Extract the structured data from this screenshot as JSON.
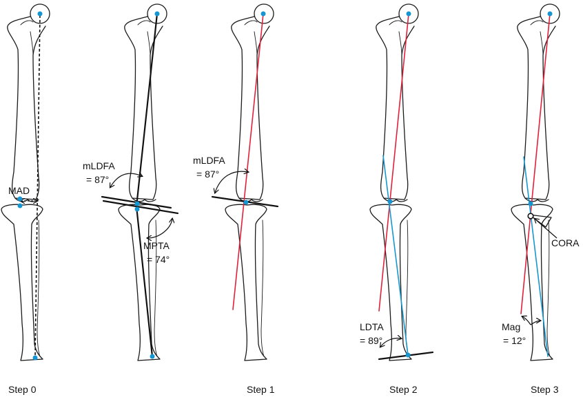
{
  "labels": {
    "mad": "MAD",
    "mldfa_1": "mLDFA",
    "mldfa_1_value": "= 87°",
    "mpta": "MPTA",
    "mpta_value": "= 74°",
    "mldfa_2": "mLDFA",
    "mldfa_2_value": "= 87°",
    "ldta": "LDTA",
    "ldta_value": "= 89°",
    "cora": "CORA",
    "mag": "Mag",
    "mag_value": "= 12°"
  },
  "steps": {
    "step0": "Step 0",
    "step1": "Step 1",
    "step2": "Step 2",
    "step3": "Step 3"
  },
  "colors": {
    "axis_red": "#e0203a",
    "axis_blue": "#1596d0",
    "landmark_dot": "#1596d0"
  }
}
